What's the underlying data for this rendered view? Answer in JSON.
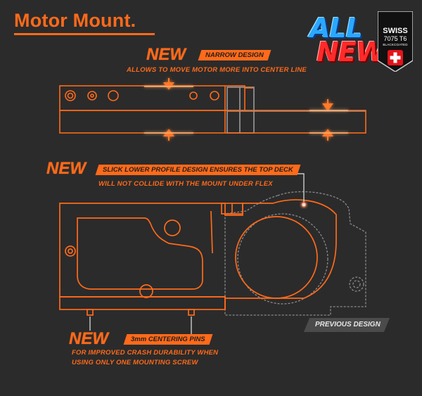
{
  "header": {
    "title": "Motor Mount."
  },
  "badges": {
    "all": "ALL",
    "new": "NEW",
    "swiss": "SWISS",
    "alloy": "7075 T6",
    "coating": "BLACKCOATED"
  },
  "callouts": [
    {
      "new_label": "NEW",
      "headline": "NARROW DESIGN",
      "caption": "ALLOWS TO MOVE MOTOR MORE INTO CENTER LINE"
    },
    {
      "new_label": "NEW",
      "headline": "SLICK LOWER PROFILE DESIGN ENSURES THE TOP DECK",
      "caption": "WILL NOT COLLIDE WITH THE MOUNT UNDER FLEX"
    },
    {
      "new_label": "NEW",
      "headline": "3mm CENTERING PINS",
      "caption_line1": "FOR IMPROVED CRASH DURABILITY WHEN",
      "caption_line2": "USING ONLY ONE MOUNTING SCREW"
    }
  ],
  "previous_design": {
    "label": "PREVIOUS DESIGN"
  },
  "colors": {
    "background": "#2b2b2b",
    "accent": "#ff6a1a",
    "outline_old": "#9a9a9a",
    "label_box": "#4b4b4b"
  },
  "icons": {
    "arrows": "arrow-icon",
    "swiss_cross": "swiss-cross-icon"
  }
}
